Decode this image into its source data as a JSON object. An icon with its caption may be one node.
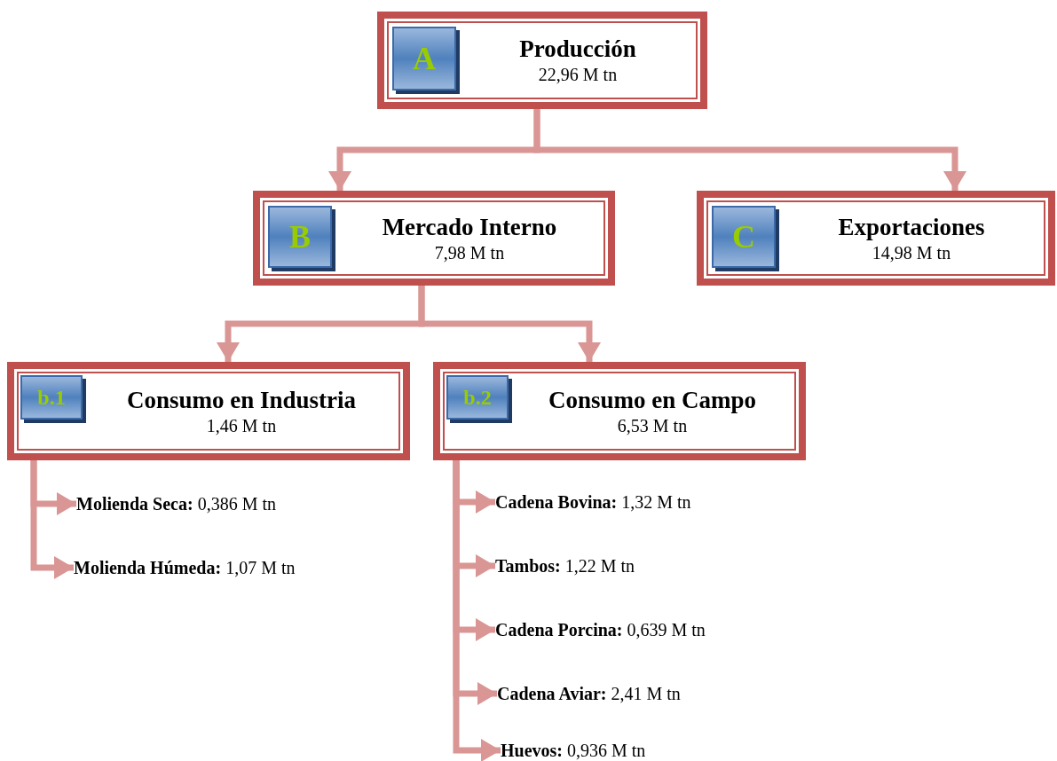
{
  "diagram": {
    "nodes": [
      {
        "text": [
          "Producción",
          "22,96 M tn"
        ]
      },
      {
        "text": [
          "A"
        ],
        "in": 0
      },
      {
        "text": [
          "Mercado Interno",
          "7,98 M tn"
        ]
      },
      {
        "text": [
          "B"
        ],
        "in": 2
      },
      {
        "text": [
          "Exportaciones",
          "14,98 M tn"
        ]
      },
      {
        "text": [
          "C"
        ],
        "in": 4
      },
      {
        "text": [
          "Consumo en Industria",
          "1,46 M tn"
        ]
      },
      {
        "text": [
          "b.1"
        ],
        "in": 6
      },
      {
        "text": [
          "Consumo en Campo",
          "6,53 M tn"
        ]
      },
      {
        "text": [
          "b.2"
        ],
        "in": 8
      },
      {
        "text": [
          "**Molienda Seca:** 0,386 M tn"
        ]
      },
      {
        "text": [
          "**Molienda Húmeda:** 1,07 M tn"
        ]
      },
      {
        "text": [
          "**Cadena Bovina:** 1,32 M tn"
        ]
      },
      {
        "text": [
          "**Tambos:** 1,22 M tn"
        ]
      },
      {
        "text": [
          "**Cadena Porcina:** 0,639 M tn"
        ]
      },
      {
        "text": [
          "**Cadena Aviar:** 2,41 M tn"
        ]
      },
      {
        "text": [
          "**Huevos:** 0,936 M tn"
        ]
      }
    ],
    "edges": [
      {
        "from": 0,
        "to": 2,
        "arrow": "to"
      },
      {
        "from": 0,
        "to": 4,
        "arrow": "to"
      },
      {
        "from": 2,
        "to": 6,
        "arrow": "to"
      },
      {
        "from": 2,
        "to": 8,
        "arrow": "to"
      },
      {
        "from": 6,
        "to": 10,
        "arrow": "to"
      },
      {
        "from": 6,
        "to": 11,
        "arrow": "to"
      },
      {
        "from": 8,
        "to": 12,
        "arrow": "to"
      },
      {
        "from": 8,
        "to": 13,
        "arrow": "to"
      },
      {
        "from": 8,
        "to": 14,
        "arrow": "to"
      },
      {
        "from": 8,
        "to": 15,
        "arrow": "to"
      },
      {
        "from": 8,
        "to": 16,
        "arrow": "to"
      }
    ]
  }
}
